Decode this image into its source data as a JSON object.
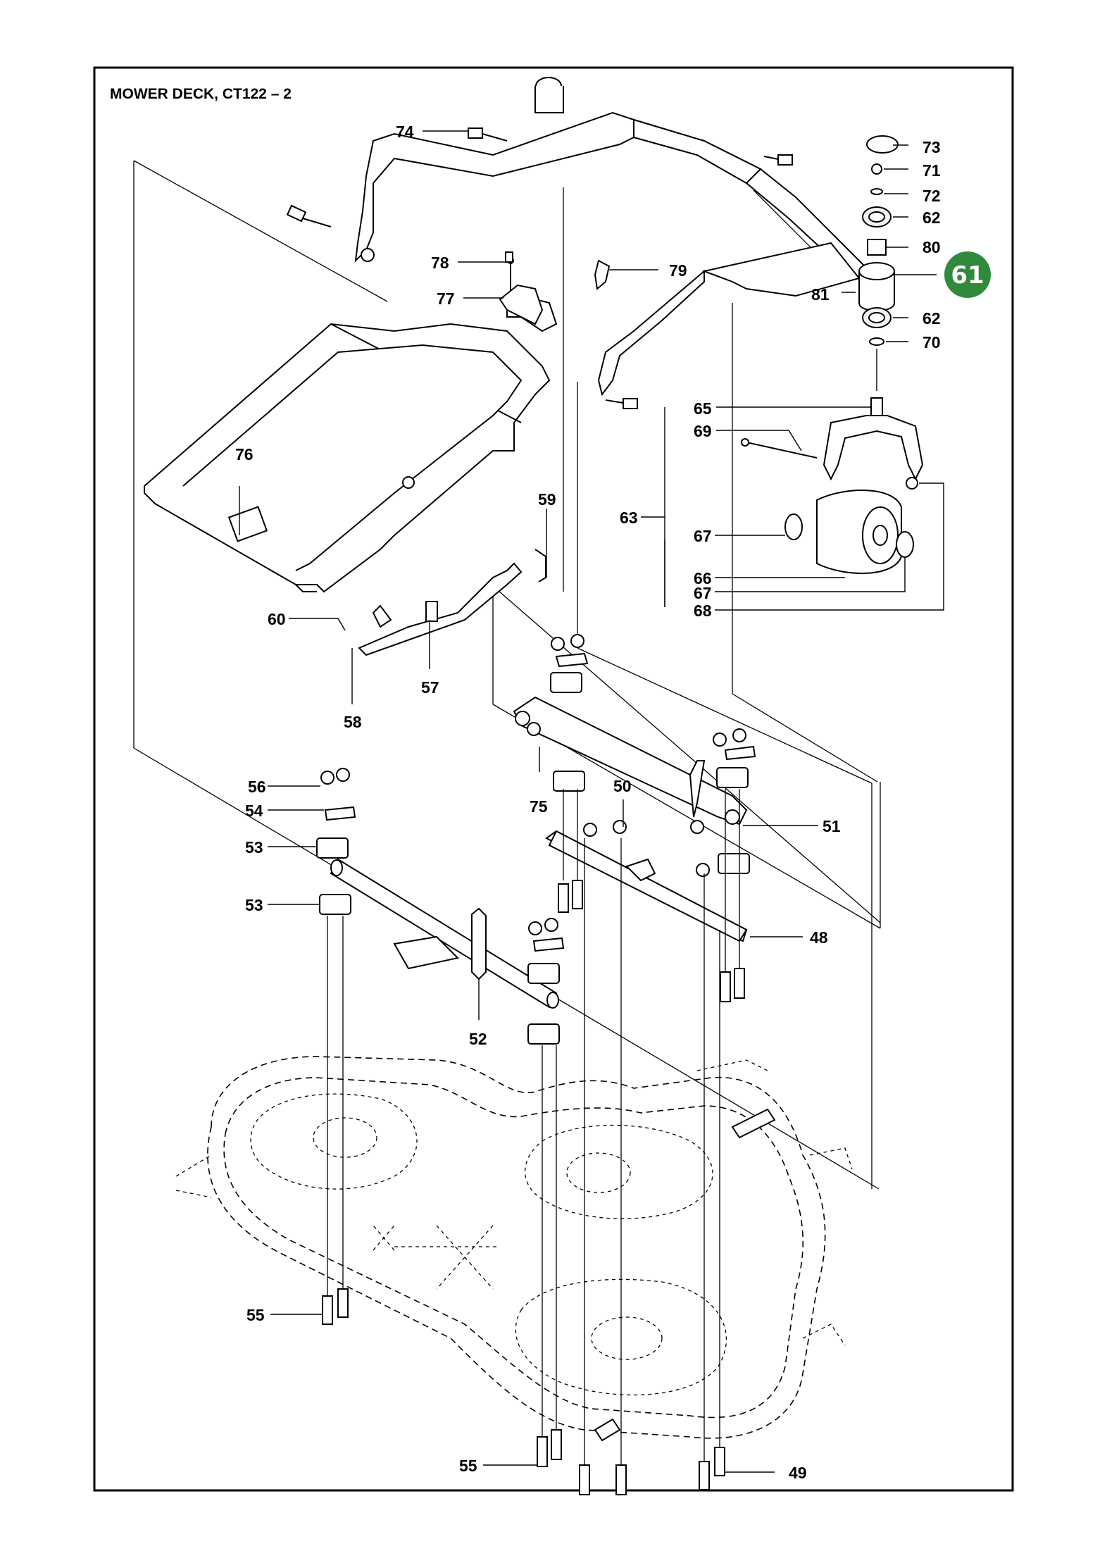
{
  "title": "MOWER DECK, CT122 – 2",
  "highlight": {
    "label": "61",
    "color": "#2f8a3c"
  },
  "callouts": [
    {
      "id": "73"
    },
    {
      "id": "71"
    },
    {
      "id": "72"
    },
    {
      "id": "62a",
      "text": "62"
    },
    {
      "id": "80"
    },
    {
      "id": "81"
    },
    {
      "id": "62b",
      "text": "62"
    },
    {
      "id": "70"
    },
    {
      "id": "74"
    },
    {
      "id": "78"
    },
    {
      "id": "77"
    },
    {
      "id": "79"
    },
    {
      "id": "65"
    },
    {
      "id": "69"
    },
    {
      "id": "63"
    },
    {
      "id": "67a",
      "text": "67"
    },
    {
      "id": "66"
    },
    {
      "id": "67b",
      "text": "67"
    },
    {
      "id": "68"
    },
    {
      "id": "76"
    },
    {
      "id": "59"
    },
    {
      "id": "60"
    },
    {
      "id": "57"
    },
    {
      "id": "58"
    },
    {
      "id": "56"
    },
    {
      "id": "54"
    },
    {
      "id": "53a",
      "text": "53"
    },
    {
      "id": "53b",
      "text": "53"
    },
    {
      "id": "75"
    },
    {
      "id": "50"
    },
    {
      "id": "51"
    },
    {
      "id": "48"
    },
    {
      "id": "52"
    },
    {
      "id": "55a",
      "text": "55"
    },
    {
      "id": "55b",
      "text": "55"
    },
    {
      "id": "49"
    }
  ]
}
